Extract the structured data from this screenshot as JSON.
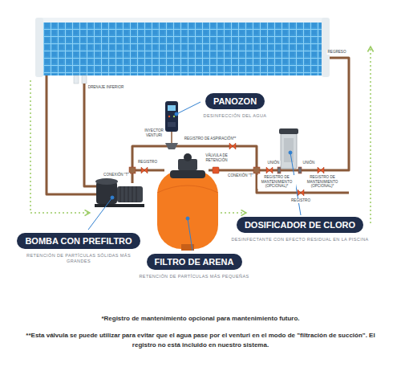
{
  "diagram": {
    "nodes": [
      {
        "text": [
          "PANOZON",
          "DESINFECCIÓN DEL AGUA"
        ]
      },
      {
        "text": [
          "DOSIFICADOR DE CLORO",
          "DESINFECTANTE CON EFECTO RESIDUAL EN LA PISCINA"
        ]
      },
      {
        "text": [
          "BOMBA CON PREFILTRO",
          "RETENCIÓN DE PARTÍCULAS SÓLIDAS MÁS GRANDES"
        ]
      },
      {
        "text": [
          "FILTRO DE ARENA",
          "RETENCIÓN DE PARTÍCULAS MÁS PEQUEÑAS"
        ]
      }
    ],
    "labels": [
      "REGRESO",
      "DRENAJE INFERIOR",
      "INYECTOR VENTURI",
      "REGISTRO DE ASPIRACIÓN**",
      "REGISTRO",
      "VÁLVULA DE RETENCIÓN",
      "CONEXIÓN \"T\"",
      "CONEXIÓN \"T\"",
      "UNIÓN",
      "UNIÓN",
      "REGISTRO DE MANTENIMIENTO (OPCIONAL)*",
      "REGISTRO DE MANTENIMIENTO (OPCIONAL)*",
      "REGISTRO",
      "*Registro de mantenimiento opcional para mantenimiento futuro.",
      "**Esta válvula se puede utilizar para evitar que el agua pase por el venturi en el modo de \"filtración de succión\". El registro no está incluido en nuestro sistema."
    ]
  }
}
